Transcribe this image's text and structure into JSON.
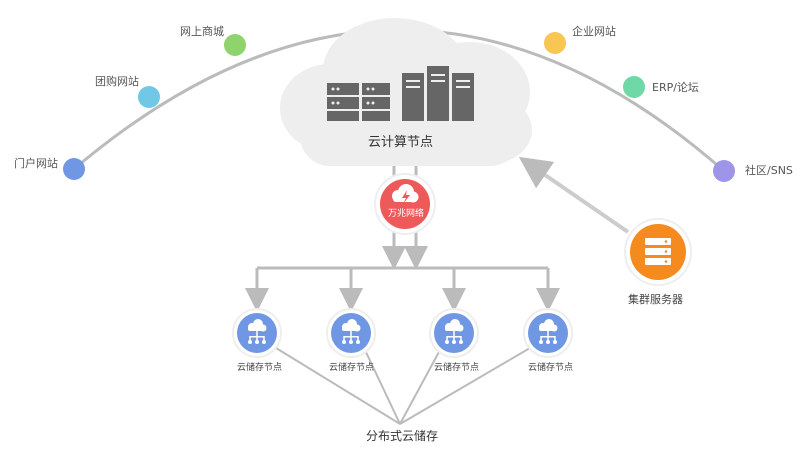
{
  "arc_nodes": [
    {
      "label": "门户网站",
      "color": "#6f97e3"
    },
    {
      "label": "团购网站",
      "color": "#71c8e6"
    },
    {
      "label": "网上商城",
      "color": "#8ed36b"
    },
    {
      "label": "企业网站",
      "color": "#f7c653"
    },
    {
      "label": "ERP/论坛",
      "color": "#6fd8a6"
    },
    {
      "label": "社区/SNS",
      "color": "#9e94e8"
    }
  ],
  "cloud": {
    "title": "云计算节点",
    "color": "#eeeeee",
    "icon_color": "#666666"
  },
  "network": {
    "label": "万兆网络",
    "color": "#ee5a5a"
  },
  "cluster": {
    "label": "集群服务器",
    "color": "#f58a1f"
  },
  "storage_nodes": [
    {
      "label": "云储存节点"
    },
    {
      "label": "云储存节点"
    },
    {
      "label": "云储存节点"
    },
    {
      "label": "云储存节点"
    }
  ],
  "storage_node_color": "#6f97e3",
  "distributed": {
    "label": "分布式云储存"
  },
  "line_color": "#bbbbbb"
}
